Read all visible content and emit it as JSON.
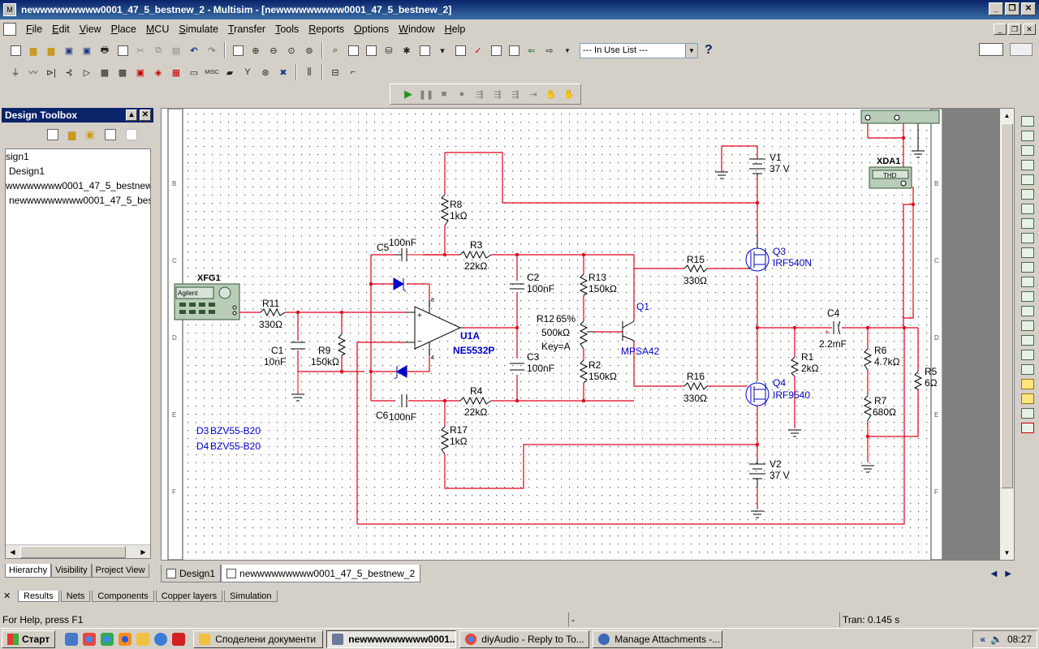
{
  "window": {
    "title": "newwwwwwwww0001_47_5_bestnew_2 - Multisim - [newwwwwwwww0001_47_5_bestnew_2]"
  },
  "menu": [
    "File",
    "Edit",
    "View",
    "Place",
    "MCU",
    "Simulate",
    "Transfer",
    "Tools",
    "Reports",
    "Options",
    "Window",
    "Help"
  ],
  "toolbar": {
    "in_use_list": "--- In Use List ---",
    "help": "?"
  },
  "toolbox": {
    "title": "Design Toolbox",
    "tree": [
      "sign1",
      "Design1",
      "wwwwwwww0001_47_5_bestnew_",
      "newwwwwwwww0001_47_5_bestn"
    ],
    "tabs": [
      "Hierarchy",
      "Visibility",
      "Project View"
    ]
  },
  "schematic": {
    "border_rows": [
      "B",
      "C",
      "D",
      "E",
      "F"
    ],
    "instruments": {
      "xfg1": "XFG1",
      "xfg1_brand": "Agilent",
      "xda1": "XDA1",
      "xda1_screen": "THD"
    },
    "components": {
      "r8": "R8",
      "r8_val": "1kΩ",
      "c5": "C5",
      "c5_val": "100nF",
      "r3": "R3",
      "r3_val": "22kΩ",
      "c2": "C2",
      "c2_val": "100nF",
      "r13": "R13",
      "r13_val": "150kΩ",
      "r12": "R12",
      "r12_pct": "65%",
      "r12_val": "500kΩ",
      "r12_key": "Key=A",
      "q1": "Q1",
      "q1_part": "MPSA42",
      "r15": "R15",
      "r15_val": "330Ω",
      "q3": "Q3",
      "q3_part": "IRF540N",
      "v1": "V1",
      "v1_val": "37 V",
      "r11": "R11",
      "r11_val": "330Ω",
      "c1": "C1",
      "c1_val": "10nF",
      "r9": "R9",
      "r9_val": "150kΩ",
      "u1a": "U1A",
      "u1a_part": "NE5532P",
      "c3": "C3",
      "c3_val": "100nF",
      "r2": "R2",
      "r2_val": "150kΩ",
      "c4": "C4",
      "c4_val": "2.2mF",
      "r1": "R1",
      "r1_val": "2kΩ",
      "r6": "R6",
      "r6_val": "4.7kΩ",
      "r5": "R5",
      "r5_val": "6Ω",
      "r16": "R16",
      "r16_val": "330Ω",
      "q4": "Q4",
      "q4_part": "IRF9540",
      "r7": "R7",
      "r7_val": "680Ω",
      "c6": "C6",
      "c6_val": "100nF",
      "r4": "R4",
      "r4_val": "22kΩ",
      "r17": "R17",
      "r17_val": "1kΩ",
      "d3": "D3",
      "d3_part": "BZV55-B20",
      "d4": "D4",
      "d4_part": "BZV55-B20",
      "v2": "V2",
      "v2_val": "37 V",
      "pin8": "8",
      "pin4": "4",
      "plus": "+",
      "minus": "−"
    }
  },
  "doc_tabs": [
    "Design1",
    "newwwwwwwww0001_47_5_bestnew_2"
  ],
  "sheet_tabs": [
    "Results",
    "Nets",
    "Components",
    "Copper layers",
    "Simulation"
  ],
  "status": {
    "help": "For Help, press F1",
    "mid": "-",
    "tran": "Tran: 0.145 s"
  },
  "taskbar": {
    "start": "Старт",
    "tasks": [
      "Споделени документи",
      "newwwwwwwww0001...",
      "diyAudio - Reply to To...",
      "Manage Attachments -..."
    ],
    "tray_arrow": "«",
    "clock": "08:27"
  },
  "colors": {
    "wire": "#e0001a",
    "label_blue": "#0000c8",
    "title": "#0a246a"
  }
}
